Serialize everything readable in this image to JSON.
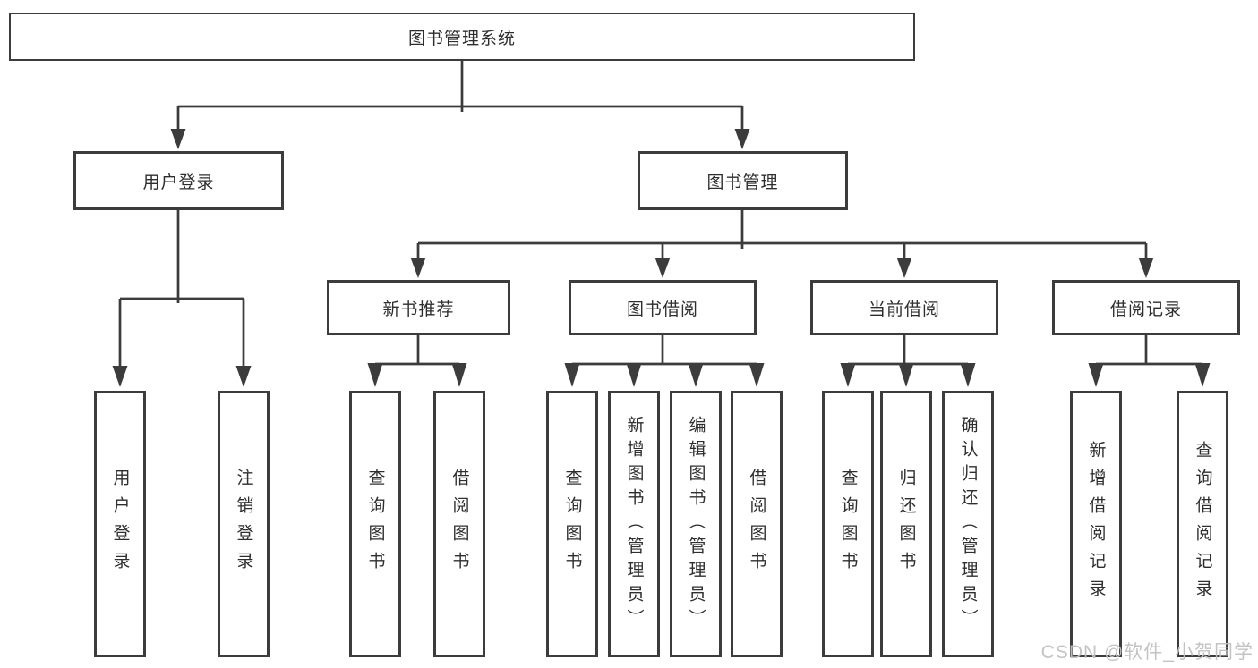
{
  "tree": {
    "root": {
      "label": "图书管理系统"
    },
    "level2": [
      {
        "label": "用户登录",
        "children": [
          {
            "label": "用户登录"
          },
          {
            "label": "注销登录"
          }
        ]
      },
      {
        "label": "图书管理",
        "children": [
          {
            "label": "新书推荐",
            "children": [
              {
                "label": "查询图书"
              },
              {
                "label": "借阅图书"
              }
            ]
          },
          {
            "label": "图书借阅",
            "children": [
              {
                "label": "查询图书"
              },
              {
                "label": "新增图书（管理员）"
              },
              {
                "label": "编辑图书（管理员）"
              },
              {
                "label": "借阅图书"
              }
            ]
          },
          {
            "label": "当前借阅",
            "children": [
              {
                "label": "查询图书"
              },
              {
                "label": "归还图书"
              },
              {
                "label": "确认归还（管理员）"
              }
            ]
          },
          {
            "label": "借阅记录",
            "children": [
              {
                "label": "新增借阅记录"
              },
              {
                "label": "查询借阅记录"
              }
            ]
          }
        ]
      }
    ]
  },
  "watermark": "CSDN @软件_小贺同学",
  "colors": {
    "line": "#3c3c3c",
    "box_border": "#3c3c3c",
    "text": "#2e2e2e",
    "watermark": "#c0c0c0",
    "background": "#ffffff"
  }
}
